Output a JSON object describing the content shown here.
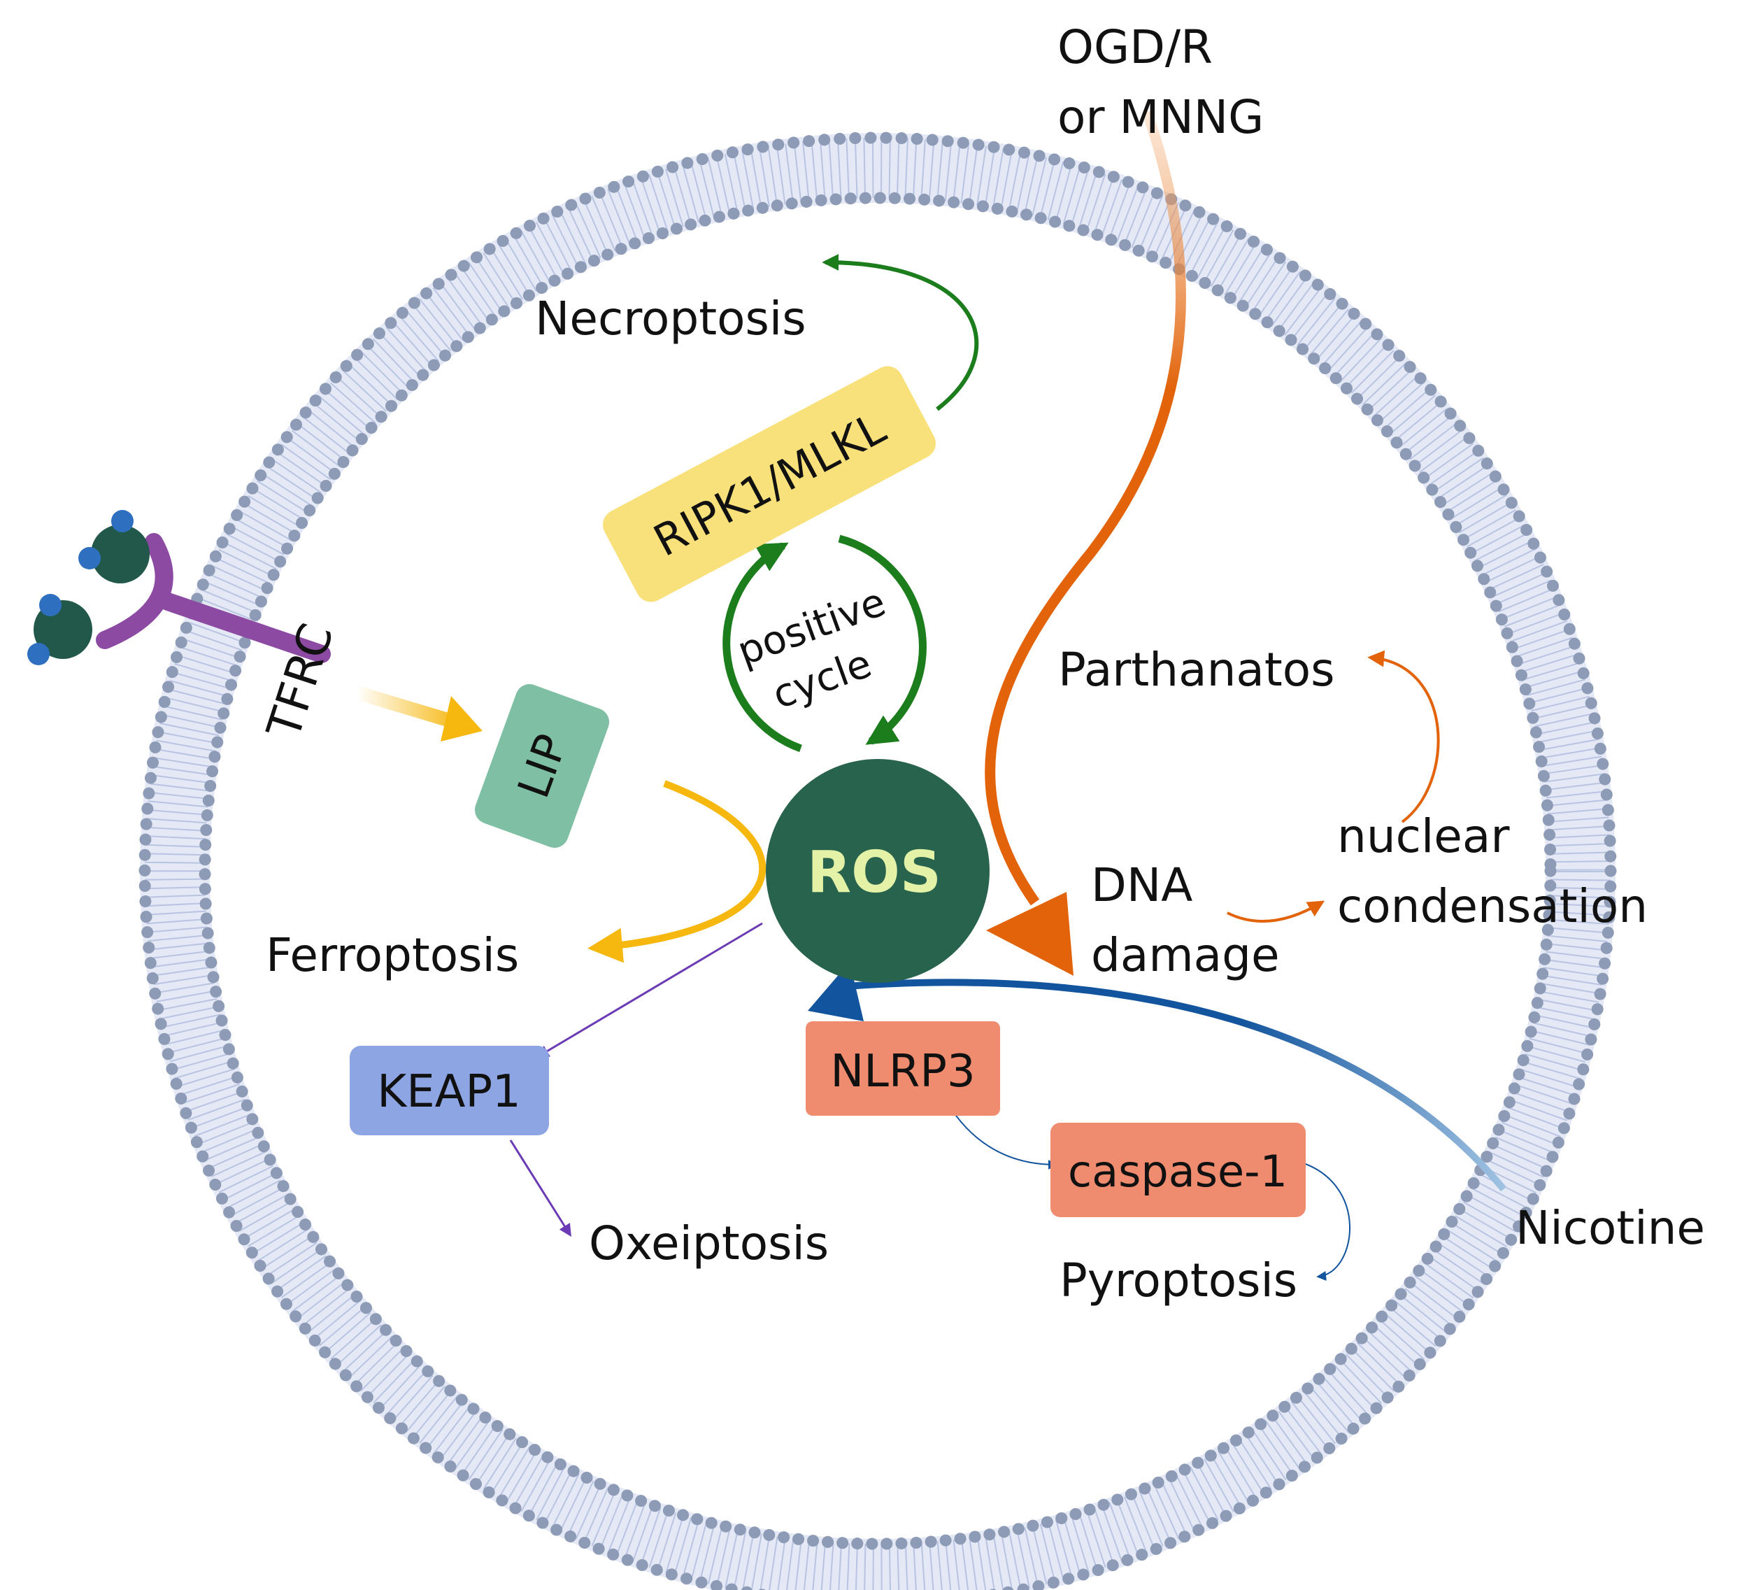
{
  "external": {
    "stimulus_line1": "OGD/R",
    "stimulus_line2": "or MNNG",
    "nicotine": "Nicotine",
    "receptor": "TFRC"
  },
  "nodes": {
    "ros": "ROS",
    "ripk": "RIPK1/MLKL",
    "lip": "LIP",
    "keap1": "KEAP1",
    "nlrp3": "NLRP3",
    "caspase": "caspase-1",
    "positive_line1": "positive",
    "positive_line2": "cycle"
  },
  "outcomes": {
    "necroptosis": "Necroptosis",
    "ferroptosis": "Ferroptosis",
    "oxeiptosis": "Oxeiptosis",
    "pyroptosis": "Pyroptosis",
    "parthanatos": "Parthanatos",
    "dna_line1": "DNA",
    "dna_line2": "damage",
    "nuclear_line1": "nuclear",
    "nuclear_line2": "condensation"
  },
  "colors": {
    "membrane": "#8e9bb6",
    "ros_fill": "#28634d",
    "ros_text": "#e3f2a6",
    "ripk_fill": "#f8e07b",
    "lip_fill": "#7fc0a5",
    "keap1_fill": "#8da5e3",
    "nlrp3_fill": "#ef8c6f",
    "green_arrow": "#1c7d1c",
    "orange_arrow": "#e2630a",
    "yellow_arrow": "#f6b70f",
    "blue_arrow": "#12549d",
    "purple_arrow": "#6b3ab5",
    "receptor_stem": "#8d4aa3",
    "iron_ball": "#22584a",
    "iron_dot": "#2f6fbf"
  }
}
